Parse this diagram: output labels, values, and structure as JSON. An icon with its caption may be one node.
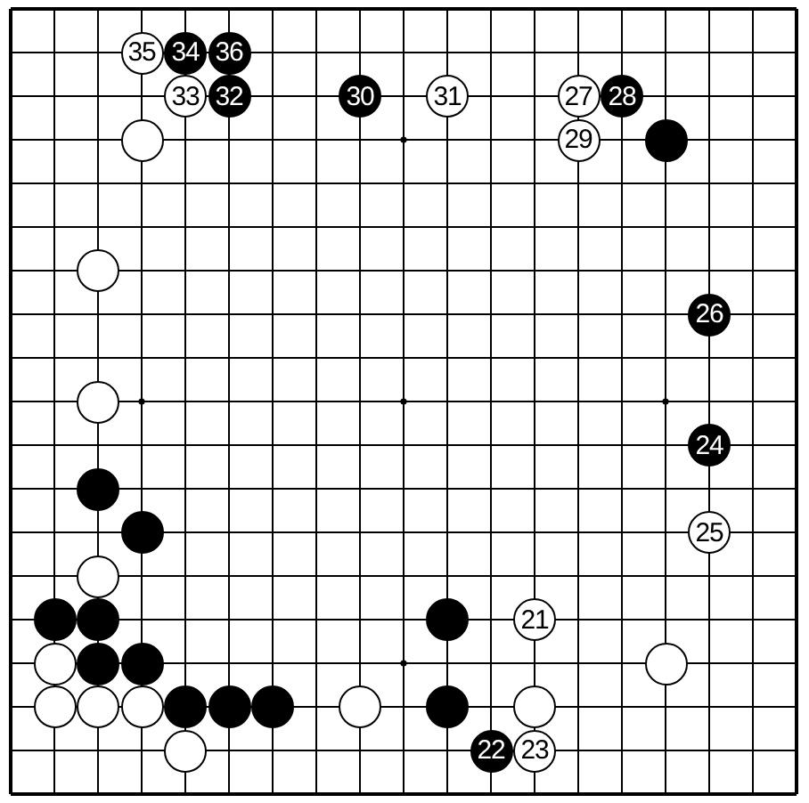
{
  "diagram": {
    "nodes": [
      {
        "text": [
          "35"
        ]
      },
      {
        "text": [
          "34"
        ]
      },
      {
        "text": [
          "36"
        ]
      },
      {
        "text": [
          "33"
        ]
      },
      {
        "text": [
          "32"
        ]
      },
      {
        "text": [
          "30"
        ]
      },
      {
        "text": [
          "31"
        ]
      },
      {
        "text": [
          "27"
        ]
      },
      {
        "text": [
          "28"
        ]
      },
      {
        "text": [],
        "shape": "circle"
      },
      {
        "text": [
          "29"
        ]
      },
      {
        "text": [],
        "shape": "circle"
      },
      {
        "text": [],
        "shape": "circle"
      },
      {
        "text": [
          "26"
        ]
      },
      {
        "text": [],
        "shape": "circle"
      },
      {
        "text": [
          "24"
        ]
      },
      {
        "text": [],
        "shape": "circle"
      },
      {
        "text": [],
        "shape": "circle"
      },
      {
        "text": [
          "25"
        ]
      },
      {
        "text": [],
        "shape": "circle"
      },
      {
        "text": [],
        "shape": "circle"
      },
      {
        "text": [],
        "shape": "circle"
      },
      {
        "text": [],
        "shape": "circle"
      },
      {
        "text": [
          "21"
        ]
      },
      {
        "text": [],
        "shape": "circle"
      },
      {
        "text": [],
        "shape": "circle"
      },
      {
        "text": [],
        "shape": "circle"
      },
      {
        "text": [],
        "shape": "circle"
      },
      {
        "text": [],
        "shape": "circle"
      },
      {
        "text": [],
        "shape": "circle"
      },
      {
        "text": [],
        "shape": "circle"
      },
      {
        "text": [],
        "shape": "circle"
      },
      {
        "text": [],
        "shape": "circle"
      },
      {
        "text": [],
        "shape": "circle"
      },
      {
        "text": [],
        "shape": "circle"
      },
      {
        "text": [],
        "shape": "circle"
      },
      {
        "text": [],
        "shape": "circle"
      },
      {
        "text": [],
        "shape": "circle"
      },
      {
        "text": [
          "22"
        ]
      },
      {
        "text": [
          "23"
        ]
      }
    ]
  }
}
